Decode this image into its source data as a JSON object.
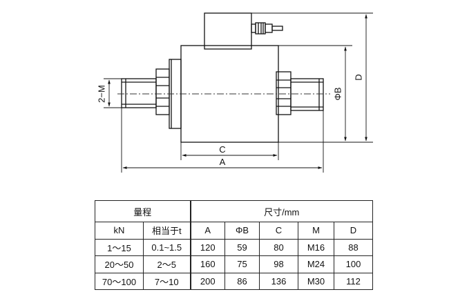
{
  "drawing": {
    "dimensions": {
      "thread": "2−M",
      "body_diameter": "ΦB",
      "overall_height": "D",
      "body_length": "C",
      "overall_length": "A"
    }
  },
  "table": {
    "group_range": "量程",
    "group_size": "尺寸/mm",
    "columns": [
      "kN",
      "相当于t",
      "A",
      "ΦB",
      "C",
      "M",
      "D"
    ],
    "rows": [
      [
        "1～15",
        "0.1~1.5",
        "120",
        "59",
        "80",
        "M16",
        "88"
      ],
      [
        "20～50",
        "2～5",
        "160",
        "75",
        "98",
        "M24",
        "100"
      ],
      [
        "70～100",
        "7～10",
        "200",
        "86",
        "136",
        "M30",
        "112"
      ]
    ]
  }
}
